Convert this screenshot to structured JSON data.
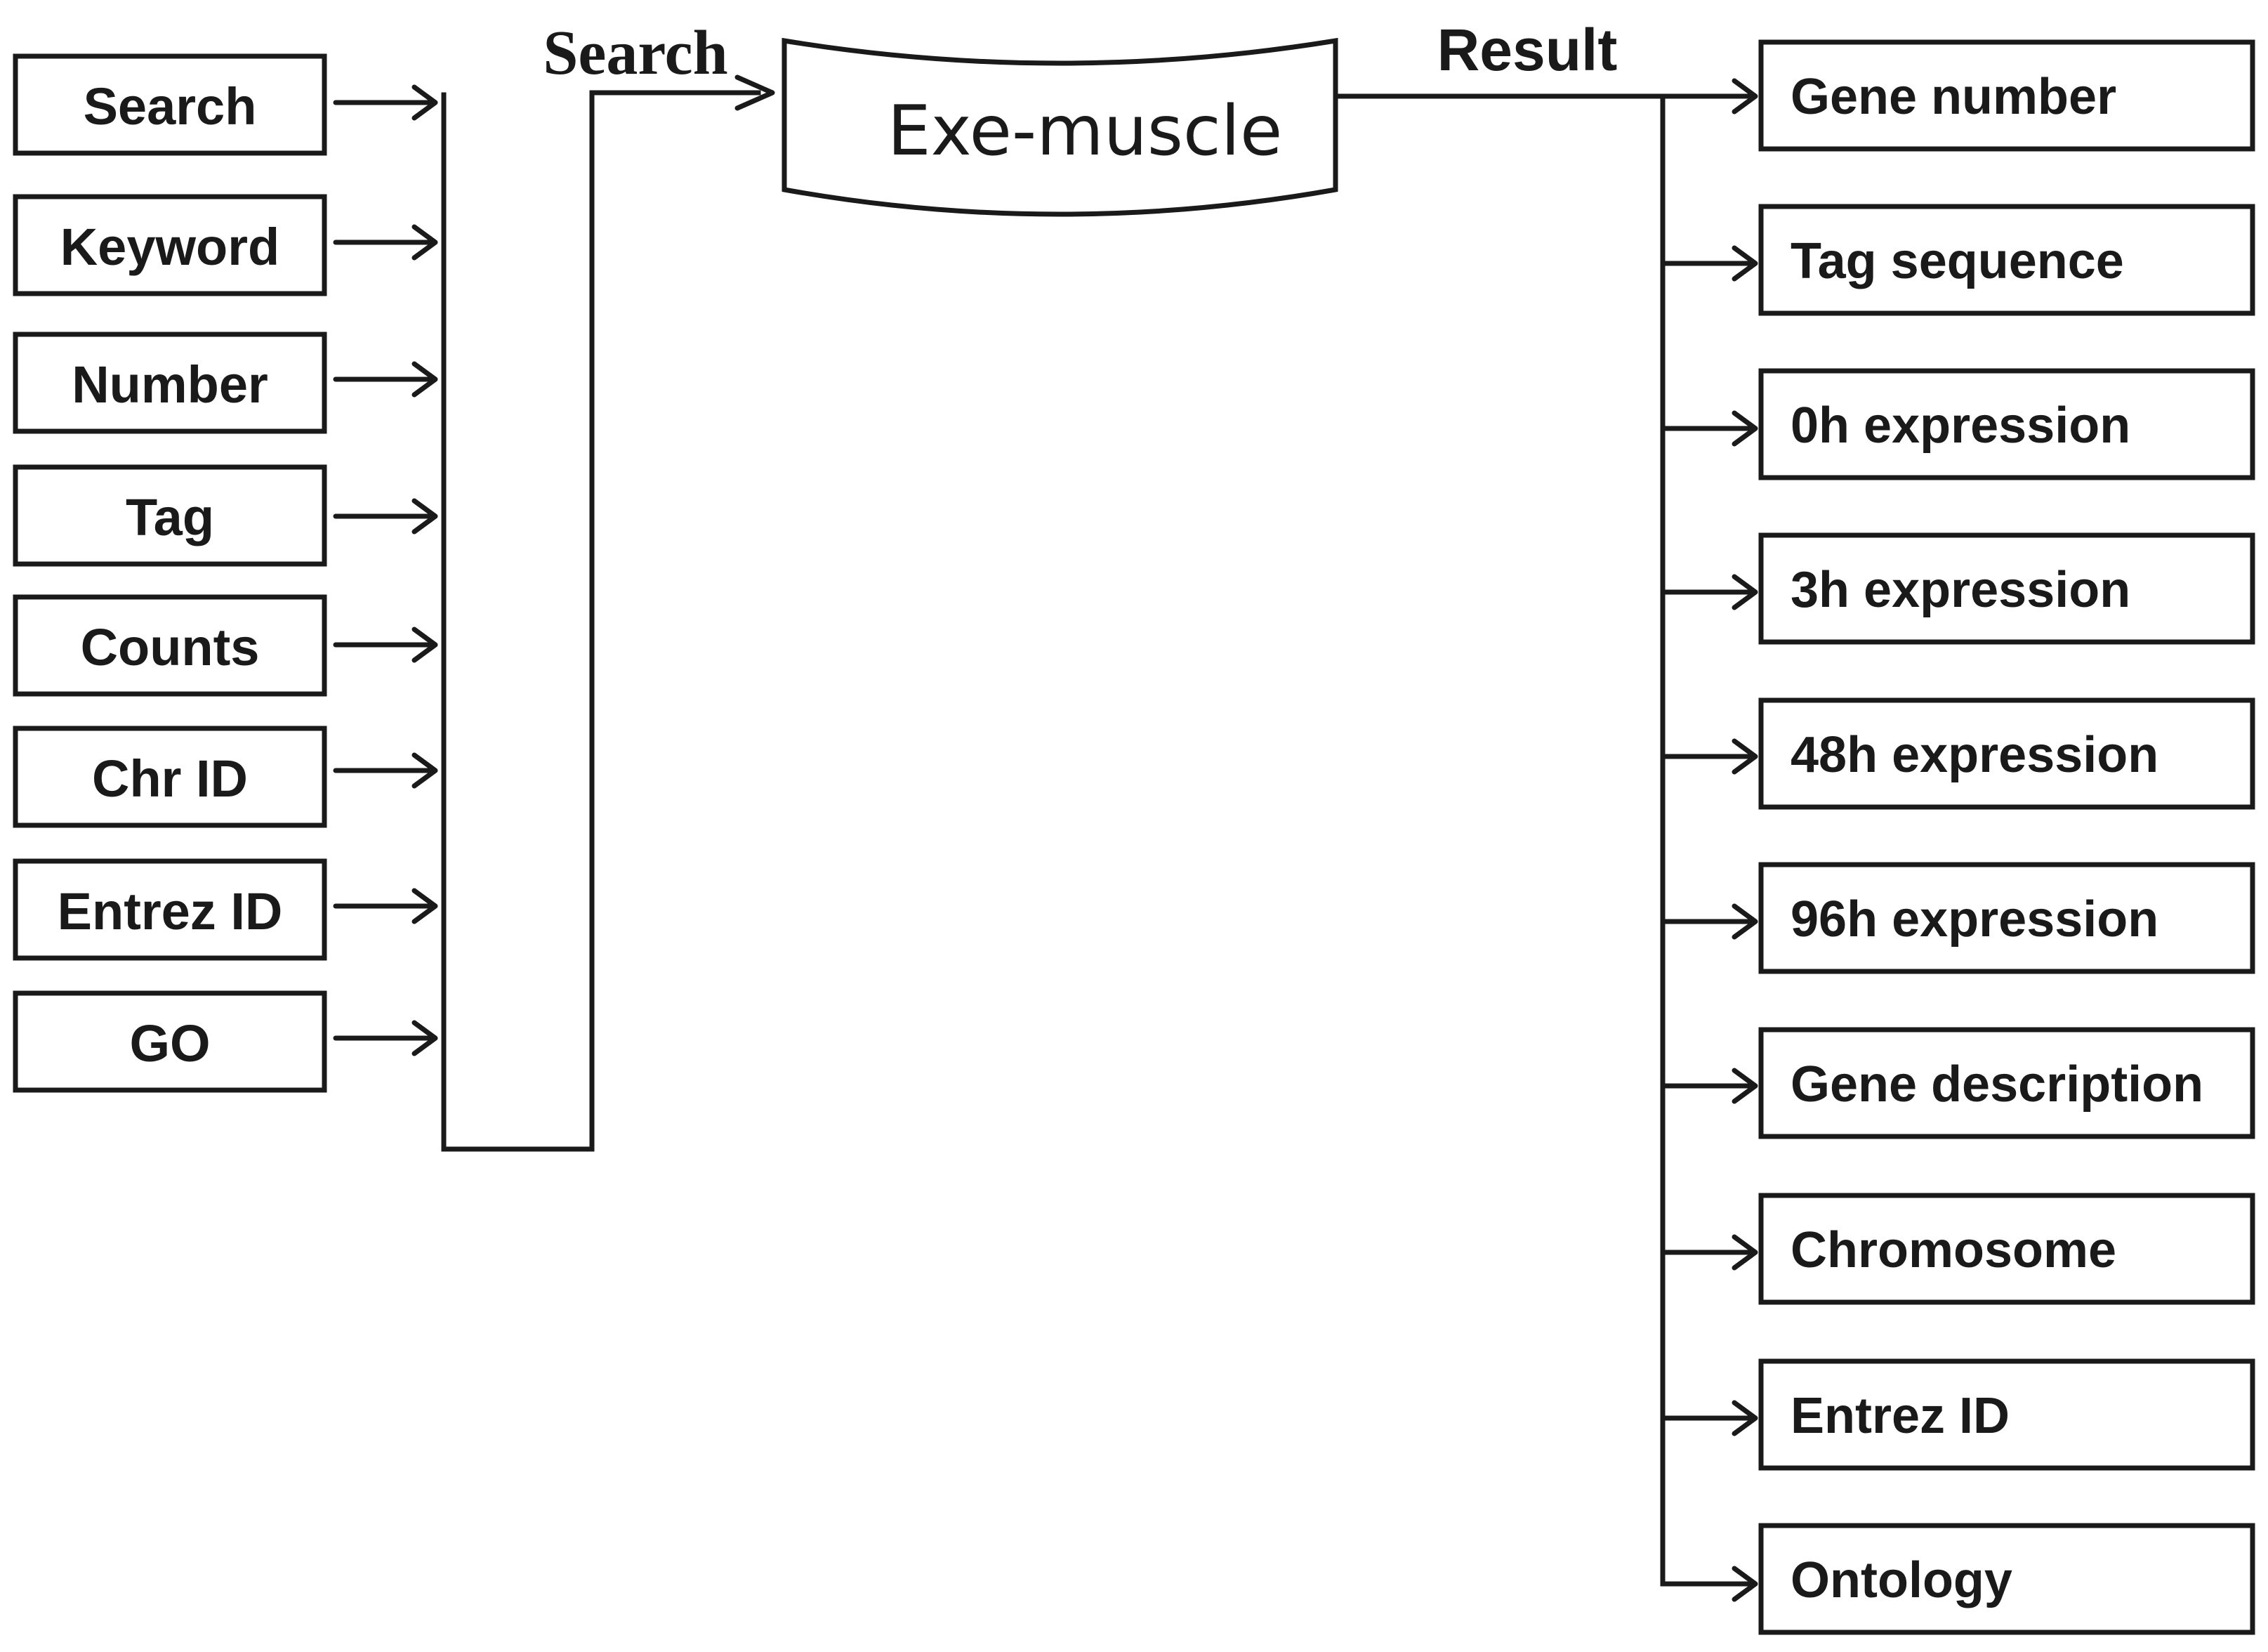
{
  "diagram": {
    "search_flow_label": "Search",
    "result_flow_label": "Result",
    "database_label": "Exe-muscle",
    "search_fields": [
      "Search",
      "Keyword",
      "Number",
      "Tag",
      "Counts",
      "Chr ID",
      "Entrez ID",
      "GO"
    ],
    "result_fields": [
      "Gene number",
      "Tag sequence",
      "0h expression",
      "3h expression",
      "48h expression",
      "96h expression",
      "Gene description",
      "Chromosome",
      "Entrez ID",
      "Ontology"
    ]
  }
}
